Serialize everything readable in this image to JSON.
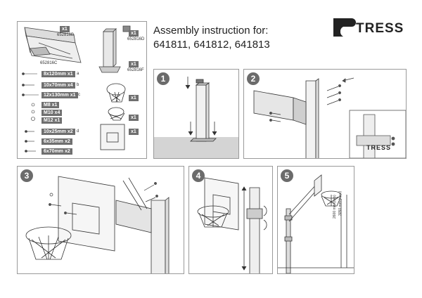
{
  "header": {
    "title_line1": "Assembly instruction for:",
    "title_line2": "641811, 641812, 641813",
    "logo": "TRESS"
  },
  "parts": {
    "codes": [
      "652816B",
      "652816D",
      "652816C",
      "652816F"
    ],
    "qty_x1": "x1",
    "hardware": [
      {
        "label": "8x120mm x1",
        "icon": "a"
      },
      {
        "label": "10x70mm x4",
        "icon": "b"
      },
      {
        "label": "12x130mm x1",
        "icon": "c"
      },
      {
        "label": "M8 x1",
        "icon": ""
      },
      {
        "label": "M10 x4",
        "icon": ""
      },
      {
        "label": "M12 x1",
        "icon": ""
      },
      {
        "label": "10x25mm x2",
        "icon": "d"
      },
      {
        "label": "6x35mm x2",
        "icon": ""
      },
      {
        "label": "6x70mm x2",
        "icon": ""
      }
    ]
  },
  "steps": [
    {
      "number": "1"
    },
    {
      "number": "2"
    },
    {
      "number": "3"
    },
    {
      "number": "4"
    },
    {
      "number": "5"
    }
  ],
  "dimensions": {
    "low": "2600 mm (min)",
    "high": "3050 mm (max)"
  }
}
